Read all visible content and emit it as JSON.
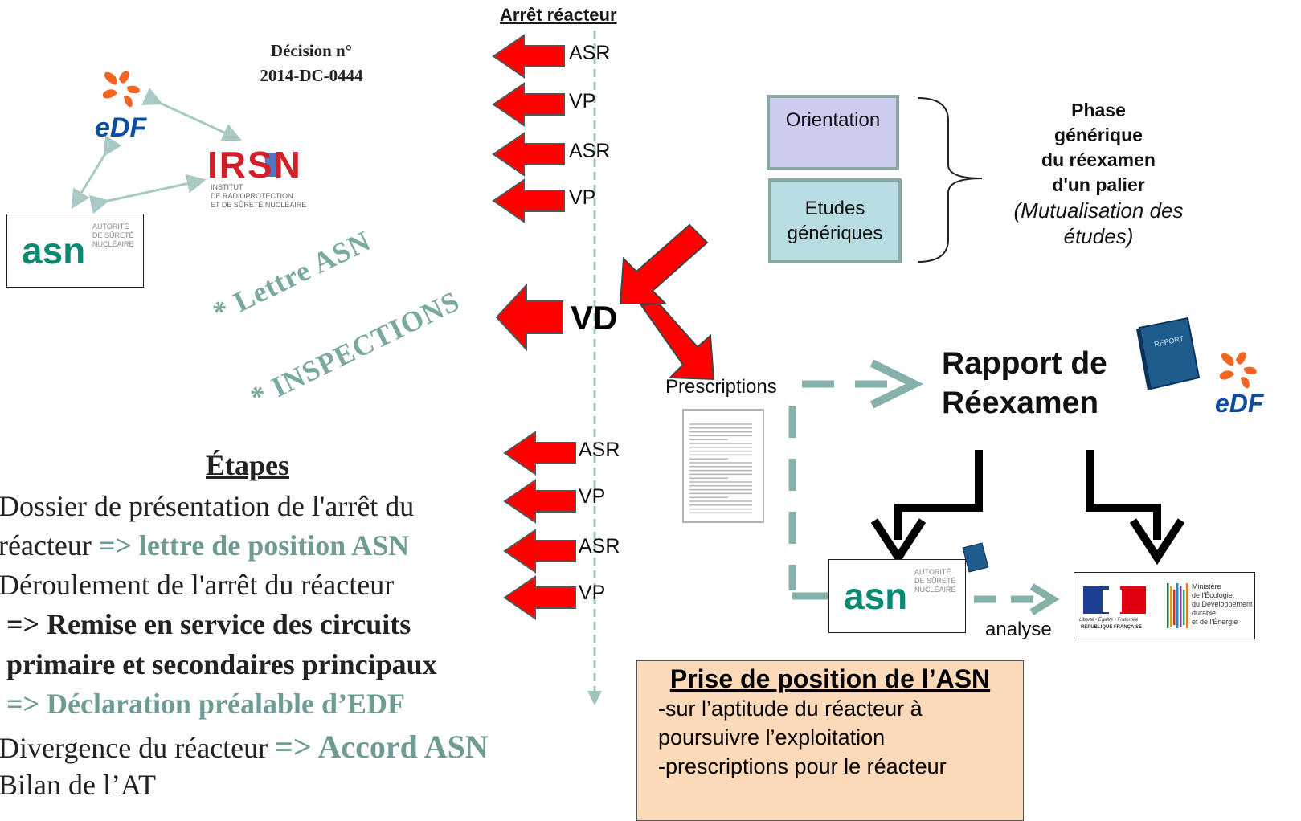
{
  "timeline": {
    "title": "Arrêt réacteur",
    "top_labels": [
      "ASR",
      "VP",
      "ASR",
      "VP"
    ],
    "center_label": "VD",
    "bottom_labels": [
      "ASR",
      "VP",
      "ASR",
      "VP"
    ]
  },
  "decision": {
    "line1": "Décision n°",
    "line2": "2014-DC-0444"
  },
  "actors": {
    "edf_logo_text": "eDF",
    "irsn_logo_text": "IRSN",
    "irsn_sub1": "INSTITUT",
    "irsn_sub2": "DE RADIOPROTECTION",
    "irsn_sub3": "ET DE SÛRETÉ NUCLÉAIRE",
    "asn_logo_text": "asn",
    "asn_sub1": "AUTORITÉ",
    "asn_sub2": "DE SÛRETÉ",
    "asn_sub3": "NUCLÉAIRE"
  },
  "rotated": {
    "lettre": "* Lettre ASN",
    "inspections": "* INSPECTIONS"
  },
  "generic_phase": {
    "orientation": "Orientation",
    "etudes_line1": "Etudes",
    "etudes_line2": "génériques",
    "title1": "Phase",
    "title2": "générique",
    "title3": "du réexamen",
    "title4": "d'un palier",
    "note1": "(Mutualisation des",
    "note2": "études)"
  },
  "rapport": {
    "line1": "Rapport de",
    "line2": "Réexamen",
    "book_label": "REPORT"
  },
  "prescriptions_label": "Prescriptions",
  "analyse_label": "analyse",
  "ministere": {
    "line1": "Ministère",
    "line2": "de l'Écologie,",
    "line3": "du Développement",
    "line4": "durable",
    "line5": "et de l'Énergie",
    "motto": "Liberté • Égalité • Fraternité",
    "republique": "RÉPUBLIQUE FRANÇAISE"
  },
  "etapes": {
    "title": "Étapes",
    "l1": "Dossier de présentation de l'arrêt du",
    "l2a": "réacteur ",
    "l2b": "=> lettre de position ASN",
    "l3": "Déroulement de l'arrêt du réacteur",
    "l4": "=> Remise en service des circuits",
    "l5": "primaire et secondaires principaux",
    "l6": "=> Déclaration préalable d’EDF",
    "l7a": "Divergence du réacteur ",
    "l7b": "=> Accord ASN",
    "l8": "Bilan de l’AT"
  },
  "position": {
    "title": "Prise de position de l’ASN",
    "l1": "-sur l’aptitude du réacteur à",
    "l2": "poursuivre l’exploitation",
    "l3": "-prescriptions pour le réacteur"
  },
  "colors": {
    "arrow_red": "#ff0000",
    "teal": "#7aa9a2",
    "lavender": "#ccccf0",
    "lightblue": "#b7dde3",
    "peach": "#fcd9b8"
  }
}
